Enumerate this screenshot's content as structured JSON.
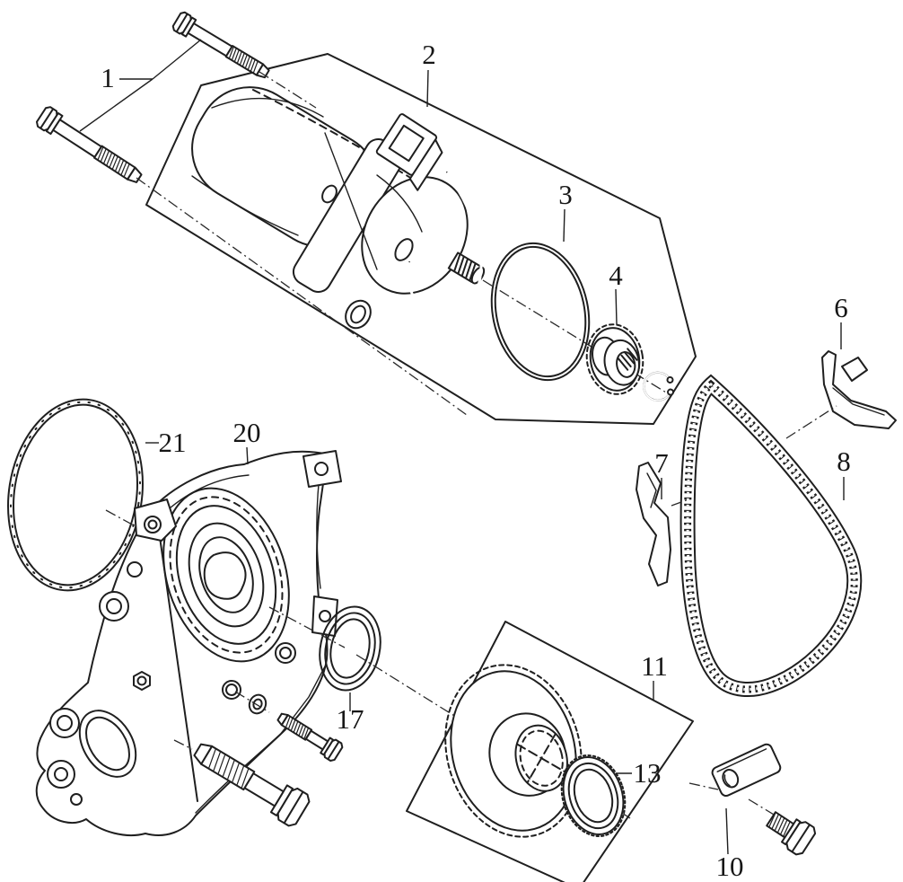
{
  "diagram": {
    "background_color": "#ffffff",
    "line_color": "#1f1f1f",
    "part_labels": {
      "l1": "1",
      "l2": "2",
      "l3": "3",
      "l4": "4",
      "l6": "6",
      "l7": "7",
      "l8": "8",
      "l10": "10",
      "l11": "11",
      "l13": "13",
      "l17": "17",
      "l20": "20",
      "l21": "21"
    }
  }
}
